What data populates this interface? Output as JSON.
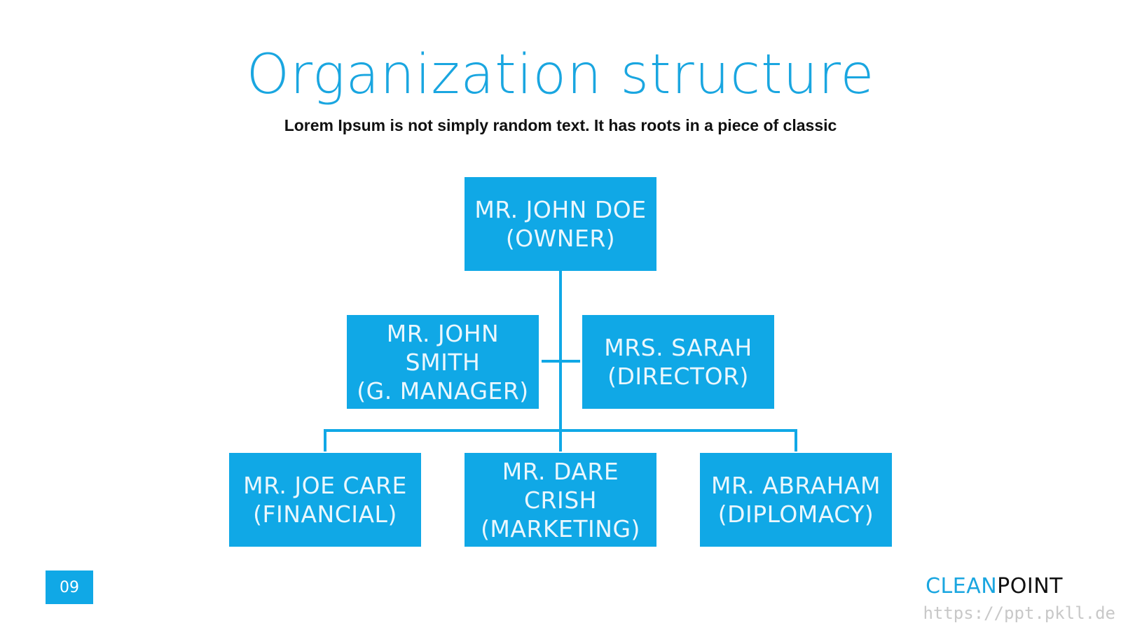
{
  "title": "Organization structure",
  "subtitle": "Lorem Ipsum is not simply random text. It has roots in a piece of classic",
  "nodes": {
    "owner": [
      "MR. JOHN DOE",
      "(OWNER)"
    ],
    "manager": [
      "MR. JOHN",
      "SMITH",
      "(G. MANAGER)"
    ],
    "director": [
      "MRS. SARAH",
      "(DIRECTOR)"
    ],
    "financial": [
      "MR. JOE CARE",
      "(FINANCIAL)"
    ],
    "marketing": [
      "MR. DARE",
      "CRISH",
      "(MARKETING)"
    ],
    "diplomacy": [
      "MR. ABRAHAM",
      "(DIPLOMACY)"
    ]
  },
  "footer": {
    "page_number": "09",
    "brand_part1": "CLEAN",
    "brand_part2": "POINT",
    "watermark": "https://ppt.pkll.de"
  },
  "colors": {
    "accent": "#10a8e6",
    "title": "#1aa6e0"
  }
}
